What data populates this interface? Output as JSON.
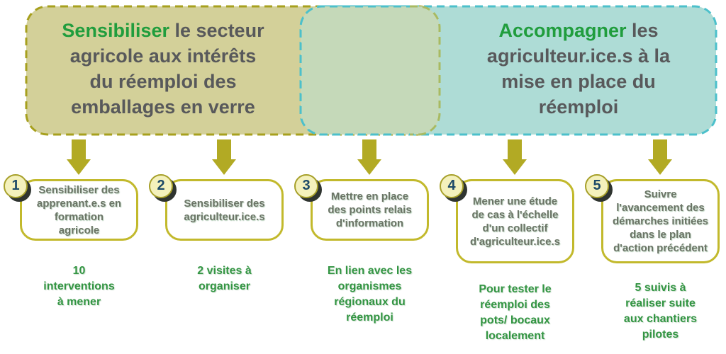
{
  "colors": {
    "left_box_fill": "#d3d099",
    "left_box_border": "#a7a01e",
    "right_box_fill": "#aedcd6",
    "right_box_border": "#4cc0cb",
    "overlap_fill": "#c5d9b9",
    "overlap_right_border": "#a9ba62",
    "arrow": "#b2aa24",
    "step_box_border": "#c2b92c",
    "circle_fill": "#f4f1bc",
    "circle_border": "#a7a02a",
    "circle_number": "#1d4a68",
    "circle_shadow": "#2f3430",
    "headline_text": "#58595b",
    "headline_keyword": "#209d3d",
    "step_text": "#6b7466",
    "note_text": "#339543"
  },
  "header": {
    "left": {
      "keyword": "Sensibiliser",
      "line1_rest": " le secteur",
      "rest_lines": "agricole aux intérêts\ndu réemploi des\nemballages en verre"
    },
    "right": {
      "keyword": "Accompagner",
      "line1_rest": " les",
      "rest_lines": "agriculteur.ice.s à la\nmise en place du\nréemploi"
    }
  },
  "steps": [
    {
      "number": "1",
      "label": "Sensibiliser des\napprenant.e.s en\nformation\nagricole",
      "note": "10\ninterventions\nà mener"
    },
    {
      "number": "2",
      "label": "Sensibiliser des\nagriculteur.ice.s",
      "note": "2 visites à\norganiser"
    },
    {
      "number": "3",
      "label": "Mettre en place\ndes points relais\nd'information",
      "note": "En lien avec les\norganismes\nrégionaux du\nréemploi"
    },
    {
      "number": "4",
      "label": "Mener une étude\nde cas à l'échelle\nd'un collectif\nd'agriculteur.ice.s",
      "note": "Pour tester le\nréemploi des\npots/ bocaux\nlocalement"
    },
    {
      "number": "5",
      "label": "Suivre\nl'avancement des\ndémarches initiées\ndans le plan\nd'action précédent",
      "note": "5 suivis à\nréaliser suite\naux chantiers\npilotes"
    }
  ]
}
